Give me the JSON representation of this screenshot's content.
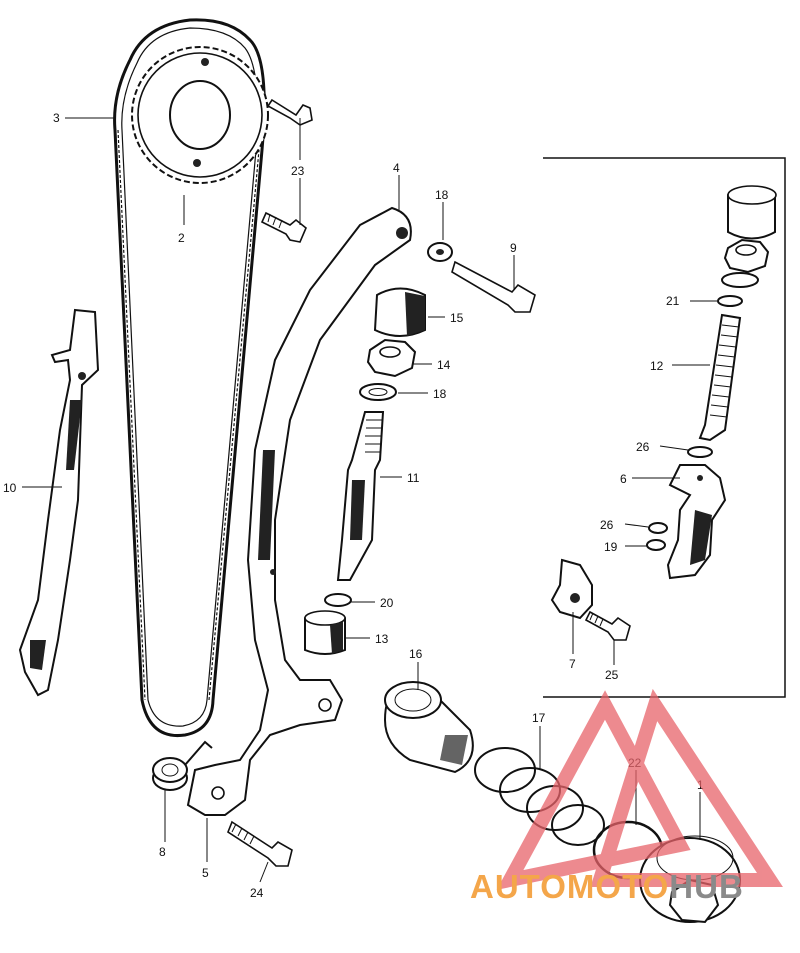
{
  "diagram": {
    "labels": {
      "p1": "1",
      "p2": "2",
      "p3": "3",
      "p4": "4",
      "p5": "5",
      "p6": "6",
      "p7": "7",
      "p8": "8",
      "p9": "9",
      "p10": "10",
      "p11": "11",
      "p12": "12",
      "p13": "13",
      "p14": "14",
      "p15": "15",
      "p16": "16",
      "p17": "17",
      "p18a": "18",
      "p18b": "18",
      "p19": "19",
      "p20": "20",
      "p21": "21",
      "p22": "22",
      "p23": "23",
      "p24": "24",
      "p25": "25",
      "p26a": "26",
      "p26b": "26"
    }
  },
  "watermark": {
    "part1": "AUTO",
    "part2": "MOTO",
    "part3": "HUB",
    "colors": {
      "orange": "#f4a64a",
      "red": "#e8636a",
      "gray": "#8a8a8a"
    }
  }
}
